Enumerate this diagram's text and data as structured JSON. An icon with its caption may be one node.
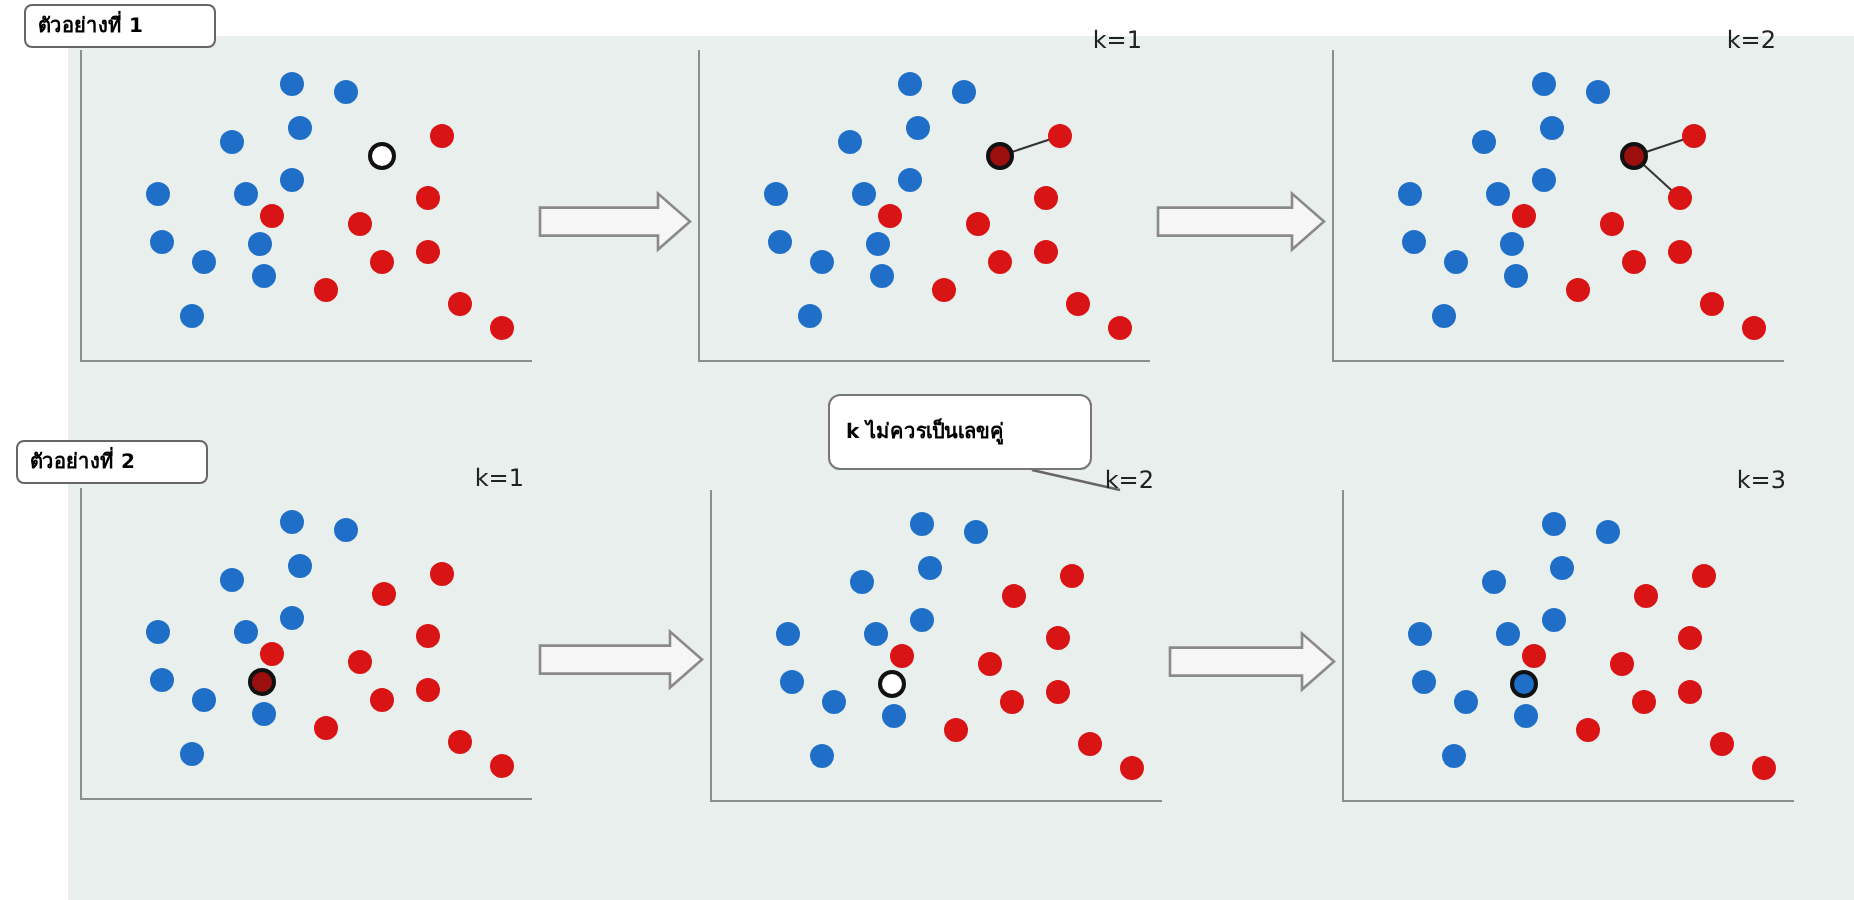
{
  "diagram": {
    "nodes": [
      {
        "text": [
          "ตัวอย่างที่ 1"
        ]
      },
      {
        "text": [],
        "shape": "box"
      },
      {
        "text": [
          "k=1"
        ]
      },
      {
        "text": [
          "k=2"
        ]
      },
      {
        "text": [
          "ตัวอย่างที่ 2"
        ]
      },
      {
        "text": [
          "k=1"
        ]
      },
      {
        "text": [
          "k ไม่ควรเป็นเลขคู่"
        ]
      },
      {
        "text": [
          "k=2"
        ]
      },
      {
        "text": [
          "k=3"
        ]
      }
    ],
    "edges": [
      {
        "from": 1,
        "to": 2,
        "arrow": "to"
      },
      {
        "from": 2,
        "to": 3,
        "arrow": "to"
      },
      {
        "from": 5,
        "to": 7,
        "arrow": "to"
      },
      {
        "from": 7,
        "to": 8,
        "arrow": "to"
      },
      {
        "from": 6,
        "to": 7,
        "arrow": "none"
      }
    ]
  }
}
